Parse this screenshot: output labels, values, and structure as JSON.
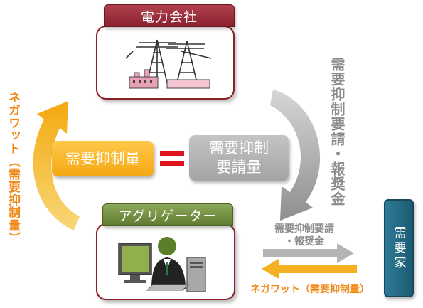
{
  "power_company": {
    "label": "電力会社"
  },
  "aggregator": {
    "label": "アグリゲーター"
  },
  "consumer": {
    "label": "需要家"
  },
  "center": {
    "left_label": "需要抑制量",
    "equals_sign": "=",
    "right_line1": "需要抑制",
    "right_line2": "要請量"
  },
  "arrows": {
    "left_vertical": "ネガワット（需要抑制量）",
    "right_vertical": "需要抑制要請・報奨金",
    "gray_line1": "需要抑制要請",
    "gray_line2": "・報奨金",
    "yellow_label": "ネガワット（需要抑制量）"
  },
  "colors": {
    "power_header": "#9a2a36",
    "aggregator_header": "#6f8c3e",
    "yellow": "#f6b01c",
    "gray": "#9a9a9a",
    "consumer": "#226984",
    "equals": "#e0141e",
    "left_text": "#f08a1a"
  }
}
